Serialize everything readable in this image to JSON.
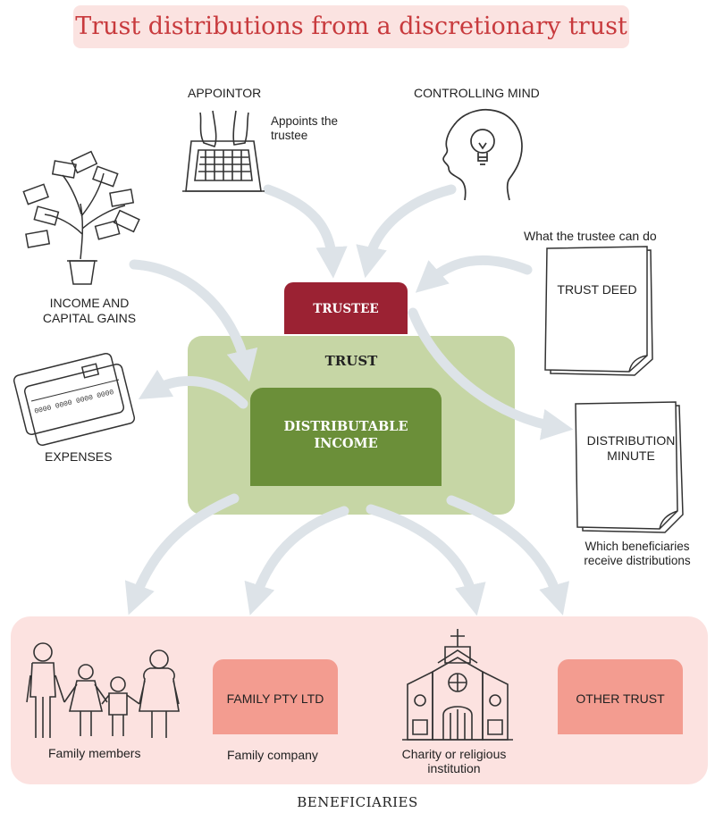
{
  "title": "Trust distributions from a discretionary trust",
  "appointor": {
    "label": "APPOINTOR",
    "note_line1": "Appoints the",
    "note_line2": "trustee"
  },
  "controlling_mind": {
    "label": "CONTROLLING MIND"
  },
  "income_gains": {
    "line1": "INCOME AND",
    "line2": "CAPITAL GAINS"
  },
  "expenses": {
    "label": "EXPENSES"
  },
  "trust_deed": {
    "caption": "What the trustee can do",
    "label": "TRUST DEED"
  },
  "trustee": {
    "label": "TRUSTEE"
  },
  "trust": {
    "label": "TRUST"
  },
  "distributable_income": {
    "line1": "DISTRIBUTABLE",
    "line2": "INCOME"
  },
  "distribution_minute": {
    "line1": "DISTRIBUTION",
    "line2": "MINUTE",
    "caption_line1": "Which beneficiaries",
    "caption_line2": "receive distributions"
  },
  "beneficiaries": {
    "title": "BENEFICIARIES",
    "family_members": "Family members",
    "family_company_box": "FAMILY PTY LTD",
    "family_company": "Family company",
    "charity_line1": "Charity or religious",
    "charity_line2": "institution",
    "other_trust": "OTHER TRUST"
  },
  "card_numbers": {
    "line1": "0000 0000 0000 0000"
  },
  "colors": {
    "title_bg": "#fbe3e1",
    "title_text": "#c83a3d",
    "trustee": "#9b2233",
    "trust_bg": "#c6d6a5",
    "income": "#6b8f39",
    "beneficiary_bg": "#fce2e0",
    "beneficiary_box": "#f39c90",
    "arrow": "#dde3e8"
  }
}
